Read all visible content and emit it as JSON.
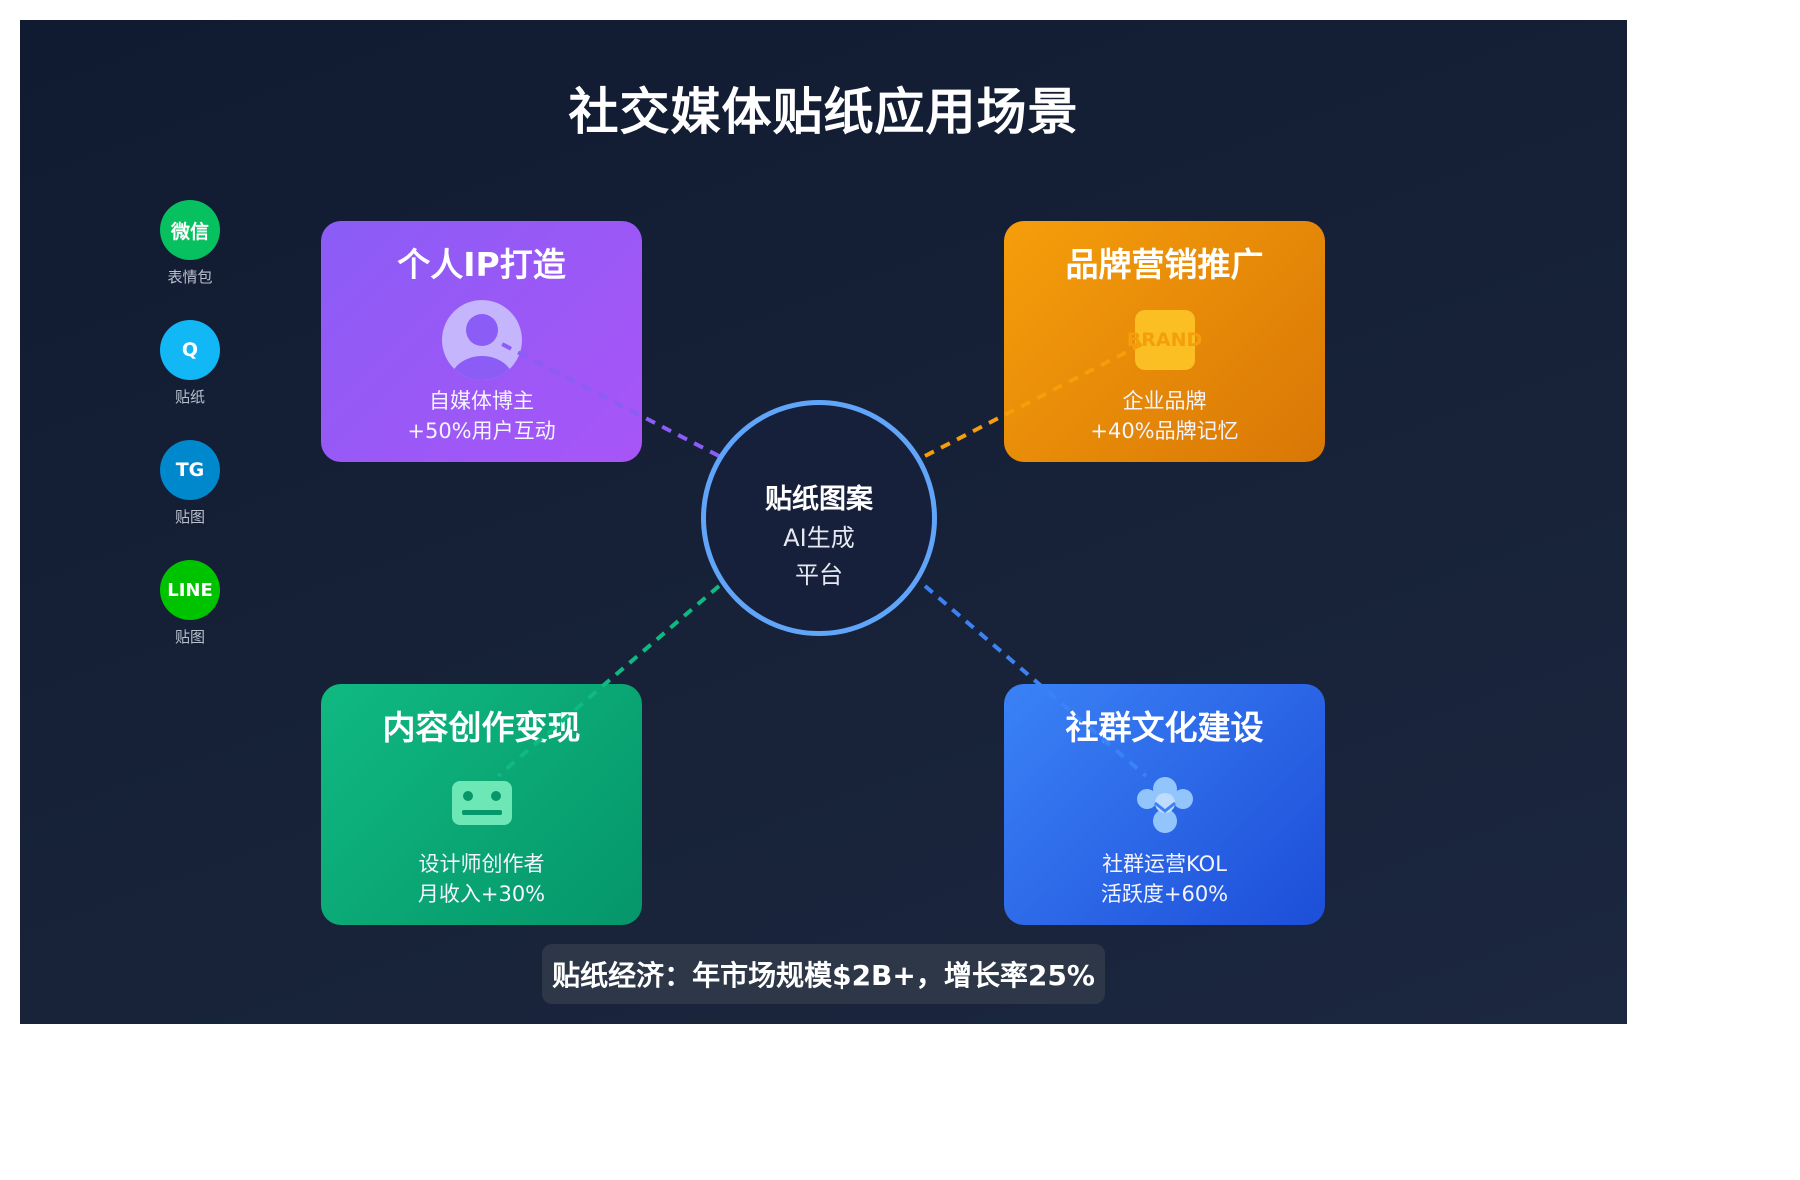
{
  "title": "社交媒体贴纸应用场景",
  "platforms": [
    {
      "badge": "微信",
      "label": "表情包",
      "color": "#07c160"
    },
    {
      "badge": "Q",
      "label": "贴纸",
      "color": "#12b7f5"
    },
    {
      "badge": "TG",
      "label": "贴图",
      "color": "#0088cc"
    },
    {
      "badge": "LINE",
      "label": "贴图",
      "color": "#00c300"
    }
  ],
  "center": {
    "title": "贴纸图案",
    "line1": "AI生成",
    "line2": "平台"
  },
  "cards": {
    "personal_ip": {
      "title": "个人IP打造",
      "line1": "自媒体博主",
      "line2": "+50%用户互动",
      "icon": "user-avatar-icon",
      "color": "#8b5cf6"
    },
    "brand": {
      "title": "品牌营销推广",
      "line1": "企业品牌",
      "line2": "+40%品牌记忆",
      "icon_text": "BRAND",
      "color": "#f59e0b"
    },
    "content": {
      "title": "内容创作变现",
      "line1": "设计师创作者",
      "line2": "月收入+30%",
      "icon": "robot-face-icon",
      "color": "#10b981"
    },
    "community": {
      "title": "社群文化建设",
      "line1": "社群运营KOL",
      "line2": "活跃度+60%",
      "icon": "community-people-icon",
      "color": "#3b82f6"
    }
  },
  "footer": "贴纸经济：年市场规模$2B+，增长率25%"
}
